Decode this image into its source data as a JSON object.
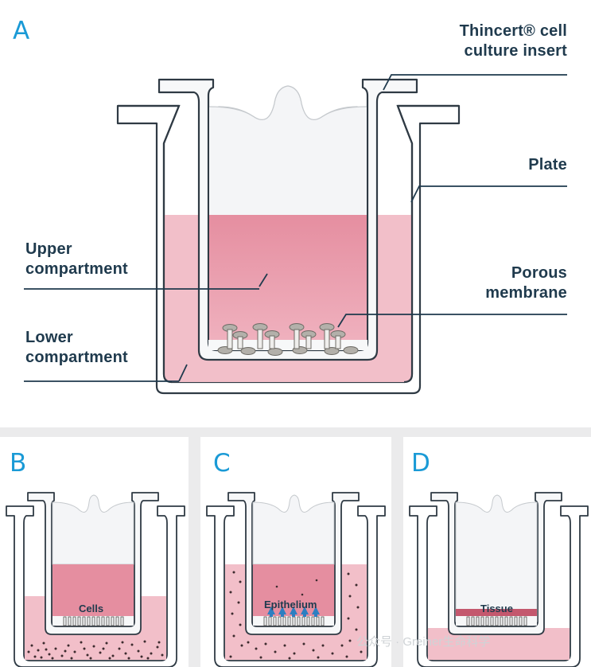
{
  "panels": {
    "a": {
      "letter": "A",
      "labels": {
        "insert_line1": "Thincert® cell",
        "insert_line2": "culture insert",
        "plate": "Plate",
        "upper_line1": "Upper",
        "upper_line2": "compartment",
        "porous_line1": "Porous",
        "porous_line2": "membrane",
        "lower_line1": "Lower",
        "lower_line2": "compartment"
      }
    },
    "b": {
      "letter": "B",
      "label": "Cells"
    },
    "c": {
      "letter": "C",
      "label": "Epithelium"
    },
    "d": {
      "letter": "D",
      "label": "Tissue"
    }
  },
  "watermark": "公众号 · Greiner生命科学",
  "colors": {
    "accent": "#1a9ad6",
    "outline": "#2f3a44",
    "label": "#1f3a4d",
    "medium_pink": "#e89aa9",
    "light_pink": "#f2bfc9",
    "pore_gray": "#b3b0aa",
    "background_band": "#ebebec"
  }
}
